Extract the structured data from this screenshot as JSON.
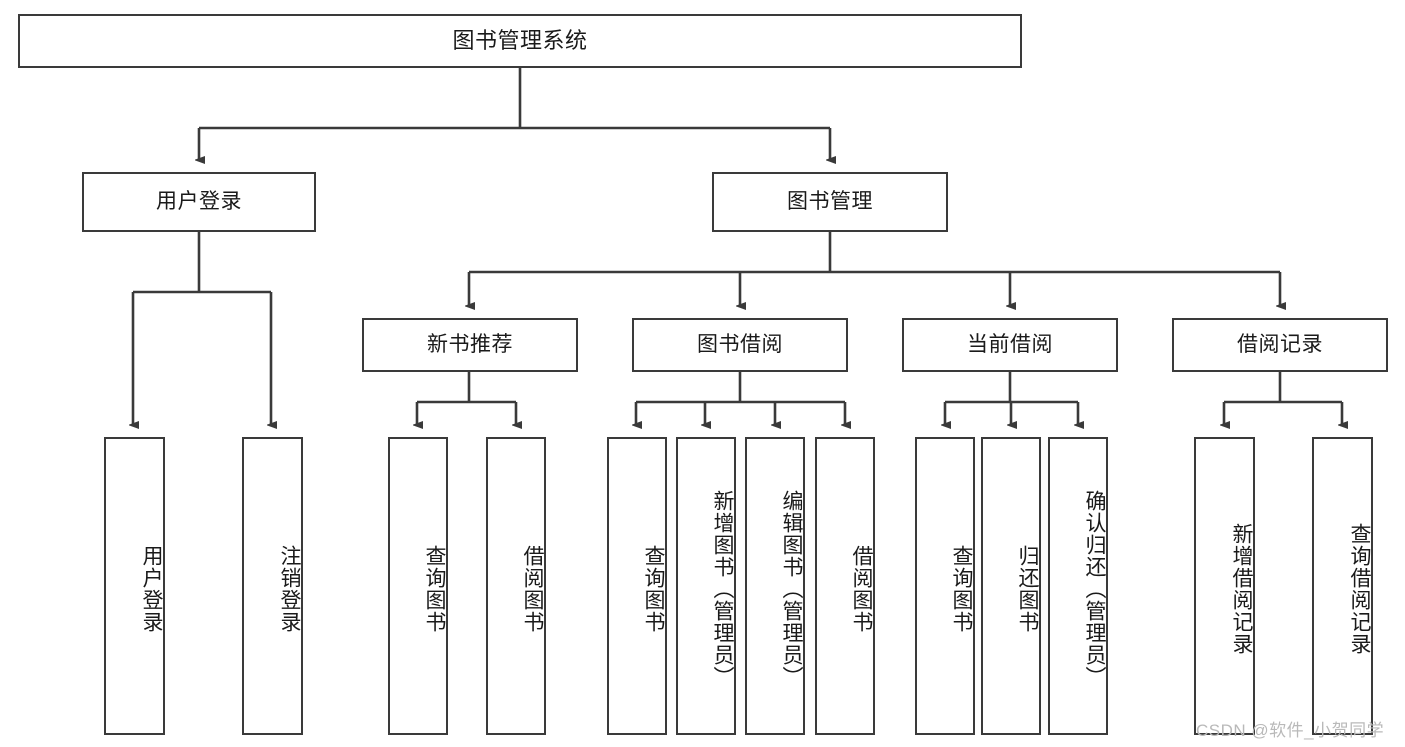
{
  "diagram": {
    "title": "图书管理系统",
    "type": "hierarchy-tree",
    "root": {
      "label": "图书管理系统"
    },
    "level1": [
      {
        "label": "用户登录"
      },
      {
        "label": "图书管理"
      }
    ],
    "level2": [
      {
        "label": "新书推荐"
      },
      {
        "label": "图书借阅"
      },
      {
        "label": "当前借阅"
      },
      {
        "label": "借阅记录"
      }
    ],
    "leaves": {
      "user_login": [
        {
          "label": "用户登录"
        },
        {
          "label": "注销登录"
        }
      ],
      "new_book_recommend": [
        {
          "label": "查询图书"
        },
        {
          "label": "借阅图书"
        }
      ],
      "book_borrow": [
        {
          "label": "查询图书"
        },
        {
          "label": "新增图书（管理员）"
        },
        {
          "label": "编辑图书（管理员）"
        },
        {
          "label": "借阅图书"
        }
      ],
      "current_borrow": [
        {
          "label": "查询图书"
        },
        {
          "label": "归还图书"
        },
        {
          "label": "确认归还（管理员）"
        }
      ],
      "borrow_record": [
        {
          "label": "新增借阅记录"
        },
        {
          "label": "查询借阅记录"
        }
      ]
    }
  },
  "watermark": {
    "text": "CSDN @软件_小贺同学"
  },
  "colors": {
    "stroke": "#3a3a3a",
    "fill": "#ffffff",
    "text": "#1a1a1a",
    "watermark": "#b9b9b9"
  }
}
